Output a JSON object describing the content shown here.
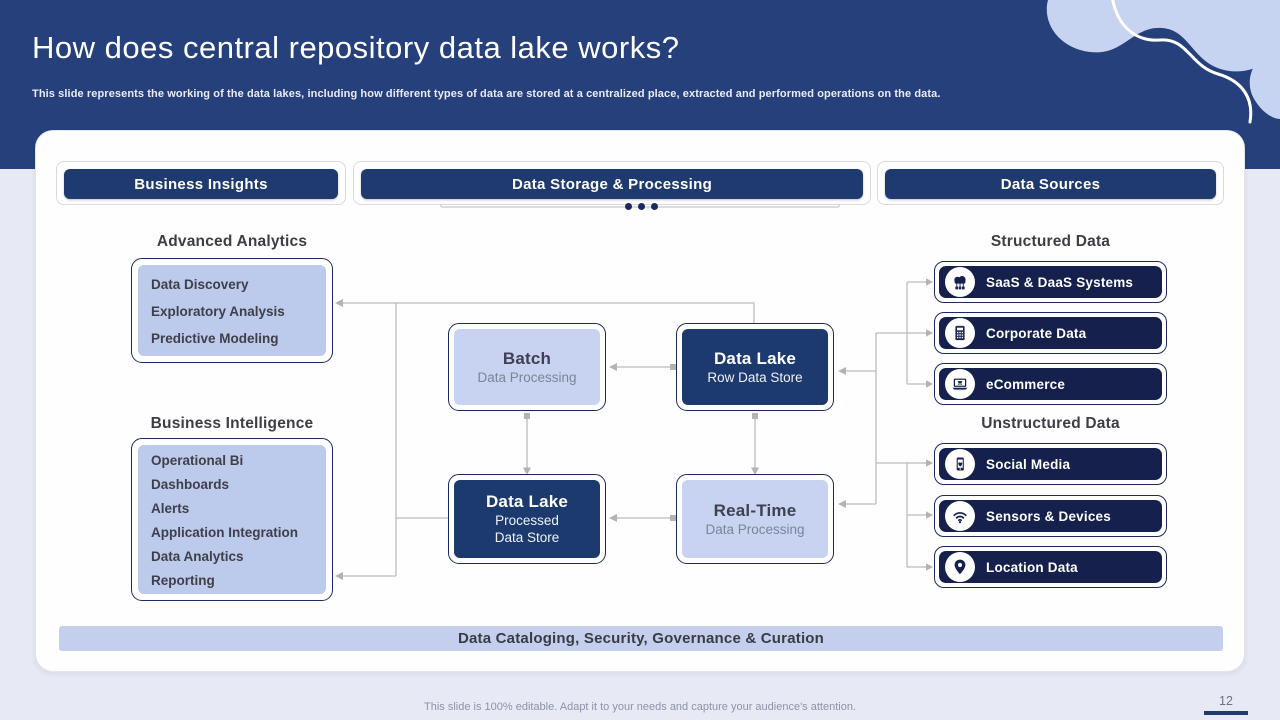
{
  "header": {
    "title": "How does central repository data lake works?",
    "subtitle": "This slide represents the working of the data lakes, including how different types of data are stored at a centralized place, extracted and performed operations on the data."
  },
  "tabs": [
    {
      "label": "Business Insights"
    },
    {
      "label": "Data Storage & Processing"
    },
    {
      "label": "Data Sources"
    }
  ],
  "diagram": {
    "left": {
      "advanced": {
        "heading": "Advanced Analytics",
        "items": [
          "Data Discovery",
          "Exploratory Analysis",
          "Predictive Modeling"
        ]
      },
      "business_intelligence": {
        "heading": "Business Intelligence",
        "items": [
          "Operational Bi",
          "Dashboards",
          "Alerts",
          "Application Integration",
          "Data Analytics",
          "Reporting"
        ]
      }
    },
    "center": {
      "batch": {
        "title": "Batch",
        "subtitle": "Data Processing"
      },
      "data_lake_row": {
        "title": "Data Lake",
        "subtitle": "Row Data Store"
      },
      "data_lake_processed": {
        "title": "Data Lake",
        "subtitle_line1": "Processed",
        "subtitle_line2": "Data Store"
      },
      "real_time": {
        "title": "Real-Time",
        "subtitle": "Data Processing"
      }
    },
    "right": {
      "structured": {
        "heading": "Structured Data",
        "items": [
          {
            "label": "SaaS & DaaS Systems",
            "icon": "cloud-network-icon"
          },
          {
            "label": "Corporate Data",
            "icon": "calculator-icon"
          },
          {
            "label": "eCommerce",
            "icon": "laptop-cart-icon"
          }
        ]
      },
      "unstructured": {
        "heading": "Unstructured Data",
        "items": [
          {
            "label": "Social Media",
            "icon": "smartphone-heart-icon"
          },
          {
            "label": "Sensors & Devices",
            "icon": "wifi-icon"
          },
          {
            "label": "Location Data",
            "icon": "map-pin-icon"
          }
        ]
      }
    },
    "bottom_bar": "Data Cataloging, Security, Governance & Curation"
  },
  "footer": {
    "note": "This slide is 100% editable. Adapt it to your needs and capture your audience's attention.",
    "page_number": "12"
  },
  "colors": {
    "header_navy": "#26407b",
    "button_navy": "#1e3a6e",
    "source_navy": "#15204d",
    "node_dark_navy": "#1d3a6e",
    "light_periwinkle": "#c7d3f0",
    "list_fill": "#bccaeb",
    "bottom_bar_fill": "#c3cfec",
    "page_background": "#e7eaf5",
    "connector_gray": "#bcbcbc",
    "heading_text": "#3d3d46"
  }
}
